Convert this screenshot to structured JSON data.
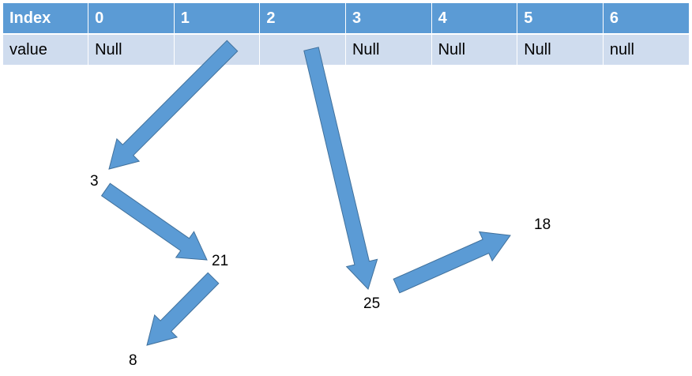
{
  "table": {
    "header_label": "Index",
    "row_label": "value",
    "indices": [
      "0",
      "1",
      "2",
      "3",
      "4",
      "5",
      "6"
    ],
    "values": [
      "Null",
      "",
      "",
      "Null",
      "Null",
      "Null",
      "null"
    ]
  },
  "nodes": {
    "n3": "3",
    "n21": "21",
    "n8": "8",
    "n25": "25",
    "n18": "18"
  },
  "colors": {
    "header": "#5b9bd5",
    "row": "#cfdcee",
    "arrow": "#5b9bd5",
    "arrow_edge": "#41719c"
  }
}
